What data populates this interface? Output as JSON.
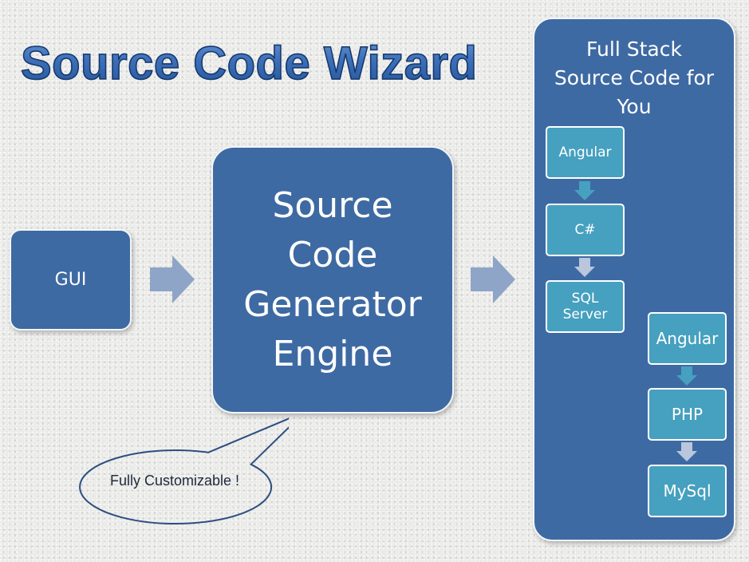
{
  "title": "Source Code Wizard",
  "gui_label": "GUI",
  "engine_label": "Source\nCode\nGenerator\nEngine",
  "callout_text": "Fully Customizable !",
  "panel": {
    "title": "Full Stack\nSource Code for\nYou",
    "stack_1": [
      "Angular",
      "C#",
      "SQL\nServer"
    ],
    "stack_2": [
      "Angular",
      "PHP",
      "MySql"
    ]
  },
  "colors": {
    "box_fill": "#3e6aa3",
    "step_fill": "#46a0bf",
    "big_arrow": "#8fa5c7",
    "step_arrow": "#46a0bf"
  }
}
